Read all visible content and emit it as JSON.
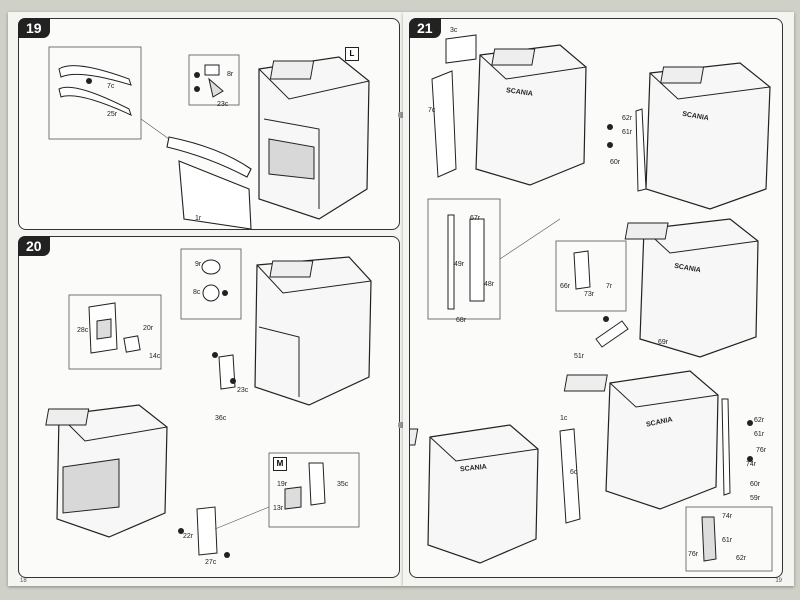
{
  "steps": {
    "s19": {
      "number": "19",
      "marker": "L",
      "labels": [
        "7c",
        "25r",
        "8r",
        "23c",
        "1r"
      ]
    },
    "s20": {
      "number": "20",
      "labels": [
        "9r",
        "8c",
        "28c",
        "20r",
        "14c",
        "23c",
        "36c",
        "22r",
        "27c"
      ],
      "inset_marker": "M",
      "inset_labels": [
        "19r",
        "35c",
        "13r"
      ]
    },
    "s21": {
      "number": "21",
      "labels": [
        "3c",
        "7c",
        "62r",
        "61r",
        "60r",
        "67r",
        "49r",
        "48r",
        "68r",
        "66r",
        "73r",
        "7r",
        "69r",
        "51r",
        "1c",
        "6c",
        "62r",
        "61r",
        "76r",
        "74r",
        "60r",
        "59r",
        "74r",
        "76r",
        "61r",
        "62r"
      ],
      "brand": "SCANIA"
    }
  },
  "footer": {
    "left": "18",
    "right": "19"
  }
}
